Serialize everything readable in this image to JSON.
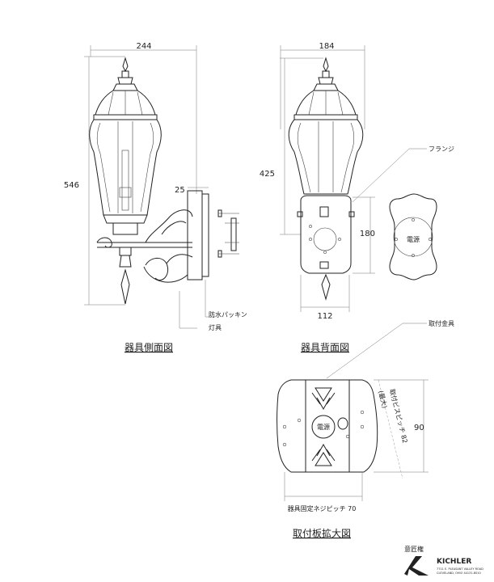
{
  "side_view": {
    "title": "器具側面図",
    "dim_width": "244",
    "dim_height": "546",
    "dim_offset": "25",
    "callout_packing": "防水パッキン",
    "callout_fixture": "灯具"
  },
  "back_view": {
    "title": "器具背面図",
    "dim_width": "184",
    "dim_height": "425",
    "dim_plate_height": "180",
    "dim_plate_width": "112",
    "callout_flange": "フランジ",
    "callout_bracket": "取付金具",
    "plate_label": "電源"
  },
  "plate_view": {
    "title": "取付板拡大図",
    "dim_height": "90",
    "dim_screw_pitch": "器具固定ネジピッチ 70",
    "dim_mount_pitch_line1": "取付ビスピッチ 82",
    "dim_mount_pitch_line2": "(最大)",
    "center_label": "電源"
  },
  "footer": {
    "design_right": "意匠権",
    "brand": "KICHLER",
    "address_line1": "7711 E. PLEASANT VALLEY ROAD",
    "address_line2": "CLEVELAND, OHIO 44131-8010"
  }
}
